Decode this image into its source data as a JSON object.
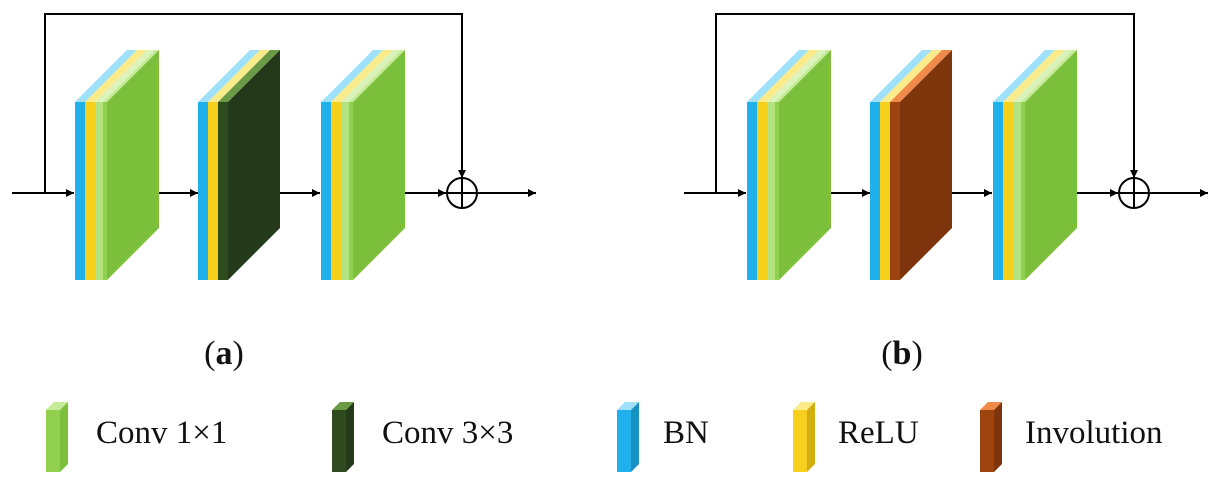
{
  "panels": [
    {
      "caption": "a",
      "blocks": [
        "Conv 1×1",
        "Conv 3×3",
        "Conv 1×1"
      ]
    },
    {
      "caption": "b",
      "blocks": [
        "Conv 1×1",
        "Involution",
        "Conv 1×1"
      ]
    }
  ],
  "legend": [
    {
      "key": "conv1",
      "label": "Conv 1×1"
    },
    {
      "key": "conv3",
      "label": "Conv 3×3"
    },
    {
      "key": "bn",
      "label": "BN"
    },
    {
      "key": "relu",
      "label": "ReLU"
    },
    {
      "key": "involution",
      "label": "Involution"
    }
  ],
  "colors": {
    "conv1": {
      "front": "#92d050",
      "top": "#c6ec9a",
      "side": "#7cbf3a"
    },
    "conv3": {
      "front": "#2f4a1f",
      "top": "#6a9a45",
      "side": "#24391a"
    },
    "bn": {
      "front": "#1fb1ec",
      "top": "#9fe0fb",
      "side": "#1890c6"
    },
    "relu": {
      "front": "#f7cf1d",
      "top": "#fbeb8a",
      "side": "#d4ae10"
    },
    "involution": {
      "front": "#9c4310",
      "top": "#f08a4a",
      "side": "#7e350c"
    },
    "line": "#000000"
  }
}
